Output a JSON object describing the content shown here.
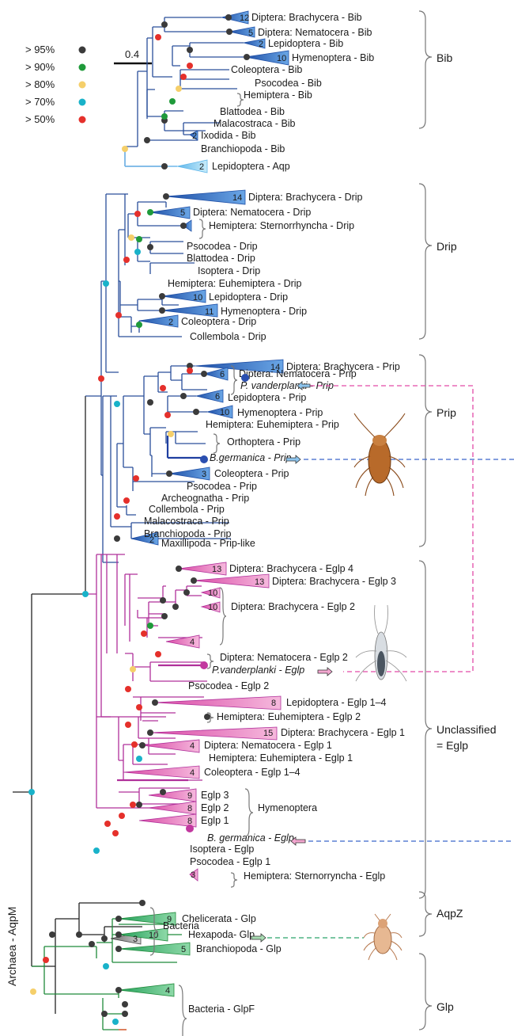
{
  "legend": {
    "items": [
      {
        "label": "> 95%",
        "color": "#3b3b3b"
      },
      {
        "label": "> 90%",
        "color": "#1f9a3a"
      },
      {
        "label": "> 80%",
        "color": "#f5cf6a"
      },
      {
        "label": "> 70%",
        "color": "#19b2c9"
      },
      {
        "label": "> 50%",
        "color": "#e5302b"
      }
    ],
    "scale": "0.4"
  },
  "root_label": "Archaea - AqpM",
  "groups": {
    "bib": "Bib",
    "drip": "Drip",
    "prip": "Prip",
    "eglp_1": "Unclassified",
    "eglp_2": "= Eglp",
    "aqpz": "AqpZ",
    "glp": "Glp"
  },
  "brace_labels": {
    "hymenoptera": "Hymenoptera"
  },
  "tips": {
    "t1": "Diptera: Brachycera - Bib",
    "t2": "Diptera: Nematocera - Bib",
    "t3": "Lepidoptera - Bib",
    "t4": "Hymenoptera - Bib",
    "t5": "Coleoptera - Bib",
    "t6": "Psocodea - Bib",
    "t7": "Hemiptera - Bib",
    "t8": "Blattodea - Bib",
    "t9": "Malacostraca - Bib",
    "t10": "Ixodida - Bib",
    "t11": "Branchiopoda - Bib",
    "t12": "Lepidoptera - Aqp",
    "t13": "Diptera: Brachycera - Drip",
    "t14": "Diptera: Nematocera - Drip",
    "t15": "Hemiptera: Sternorrhyncha - Drip",
    "t16": "Psocodea - Drip",
    "t17": "Blattodea - Drip",
    "t18": "Isoptera - Drip",
    "t19": "Hemiptera: Euhemiptera - Drip",
    "t20": "Lepidoptera - Drip",
    "t21": "Hymenoptera - Drip",
    "t22": "Coleoptera - Drip",
    "t23": "Collembola - Drip",
    "t24": "Diptera: Brachycera - Prip",
    "t25": "Diptera: Nematocera - Prip",
    "t26": "P. vanderplanki - Prip",
    "t27": "Lepidoptera - Prip",
    "t28": "Hymenoptera - Prip",
    "t29": "Hemiptera: Euhemiptera - Prip",
    "t30": "Orthoptera - Prip",
    "t31": "B.germanica - Prip",
    "t32": "Coleoptera - Prip",
    "t33": "Psocodea - Prip",
    "t34": "Archeognatha - Prip",
    "t35": "Collembola - Prip",
    "t36": "Malacostraca - Prip",
    "t37": "Branchiopoda - Prip",
    "t38": "Maxillipoda - Prip-like",
    "t39": "Diptera: Brachycera - Eglp 4",
    "t40": "Diptera: Brachycera - Eglp 3",
    "t41": "Diptera: Brachycera - Eglp 2",
    "t42": "Diptera: Nematocera - Eglp 2",
    "t43": "P.vanderplanki - Eglp",
    "t44": "Psocodea - Eglp 2",
    "t45": "Lepidoptera - Eglp 1–4",
    "t46": "Hemiptera: Euhemiptera - Eglp 2",
    "t47": "Diptera: Brachycera - Eglp 1",
    "t48": "Diptera: Nematocera - Eglp 1",
    "t49": "Hemiptera: Euhemiptera - Eglp 1",
    "t50": "Coleoptera - Eglp 1–4",
    "t51": "Eglp 3",
    "t52": "Eglp 2",
    "t53": "Eglp 1",
    "t54": "B. germanica - Eglp",
    "t55": "Isoptera - Eglp",
    "t56": "Psocodea - Eglp 1",
    "t57": "Hemiptera: Sternorryncha - Eglp",
    "t58": "Bacteria",
    "t59": "Chelicerata - Glp",
    "t60": "Hexapoda- Glp",
    "t61": "Branchiopoda - Glp",
    "t62": "Bacteria - GlpF"
  },
  "counts": {
    "c1": "12",
    "c2": "5",
    "c3": "2",
    "c4": "10",
    "c5": "2",
    "c6": "2",
    "c7": "14",
    "c8": "5",
    "c9": "10",
    "c10": "11",
    "c11": "2",
    "c12": "14",
    "c13": "6",
    "c14": "6",
    "c15": "10",
    "c16": "3",
    "c17": "2",
    "c18": "13",
    "c19": "13",
    "c20": "10",
    "c21": "10",
    "c22": "4",
    "c23": "8",
    "c24": "15",
    "c25": "4",
    "c26": "4",
    "c27": "9",
    "c28": "8",
    "c29": "8",
    "c30": "3",
    "c31": "3",
    "c32": "9",
    "c33": "10",
    "c34": "5",
    "c35": "4"
  },
  "colors": {
    "bib_blue": "#3a78c6",
    "aqp_light": "#8ecdf0",
    "eglp_pink": "#e986c2",
    "glp_green": "#4fbf78",
    "bacteria_grey": "#9a9a9a",
    "blue_dash": "#3b66c9",
    "pink_dash": "#e24aa8",
    "green_dash": "#2aa36a"
  }
}
